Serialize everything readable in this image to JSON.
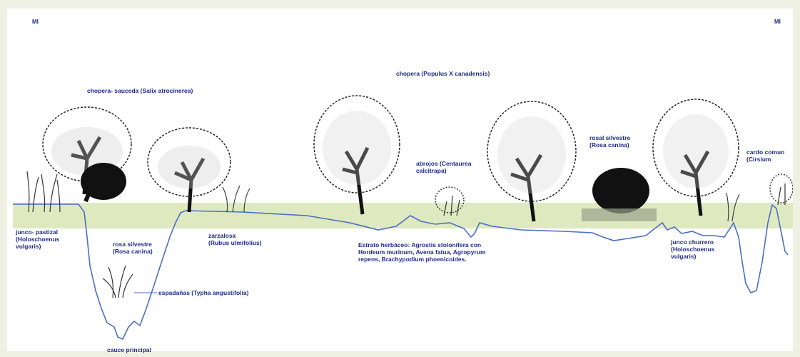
{
  "corners": {
    "left": "MI",
    "right": "MI"
  },
  "labels": {
    "title_top": "chopera (Populus X canadensis)",
    "chopera_sauceda": "chopera- sauceda (Salix atrocinerea)",
    "junco_left_1": "junco- pastizal",
    "junco_left_2": "(Holoschoenus",
    "junco_left_3": "vulgaris)",
    "rosa_left_1": "rosa silvestre",
    "rosa_left_2": "(Rosa canina)",
    "espadana": "espadañas (Typha angustifolia)",
    "cauce": "cauce principal",
    "zarzal_1": "zarzalosa",
    "zarzal_2": "(Rubus ulmifolius)",
    "abrojos_1": "abrojos (Centaurea",
    "abrojos_2": "calcitrapa)",
    "rosal_1": "rosal silvestre",
    "rosal_2": "(Rosa canina)",
    "cardo_1": "cardo comun",
    "cardo_2": "(Cirsium",
    "estrato_1": "Estrato herbáceo: Agrostis stolonifera con",
    "estrato_2": "Hordeum murinum, Avena fatua, Agropyrum",
    "estrato_3": "repens, Brachypodium phoenicoides.",
    "junco_right_1": "junco churrero",
    "junco_right_2": "(Holoschoenus",
    "junco_right_3": "vulgaris)"
  },
  "colors": {
    "profile_line": "#4a6fc7",
    "ground_band": "#dfe9c0",
    "label_text": "#1f2a8a",
    "vegetation": "#111111"
  }
}
